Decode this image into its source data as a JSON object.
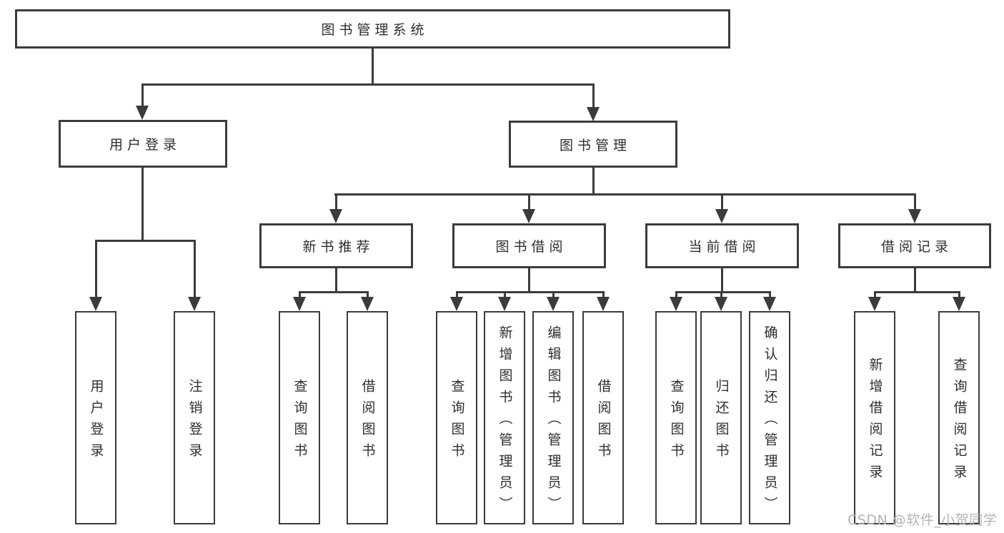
{
  "tree": {
    "label": "图书管理系统",
    "children": [
      {
        "label": "用户登录",
        "children": [
          {
            "label": "用户登录"
          },
          {
            "label": "注销登录"
          }
        ]
      },
      {
        "label": "图书管理",
        "children": [
          {
            "label": "新书推荐",
            "children": [
              {
                "label": "查询图书"
              },
              {
                "label": "借阅图书"
              }
            ]
          },
          {
            "label": "图书借阅",
            "children": [
              {
                "label": "查询图书"
              },
              {
                "label": "新增图书（管理员）"
              },
              {
                "label": "编辑图书（管理员）"
              },
              {
                "label": "借阅图书"
              }
            ]
          },
          {
            "label": "当前借阅",
            "children": [
              {
                "label": "查询图书"
              },
              {
                "label": "归还图书"
              },
              {
                "label": "确认归还（管理员）"
              }
            ]
          },
          {
            "label": "借阅记录",
            "children": [
              {
                "label": "新增借阅记录"
              },
              {
                "label": "查询借阅记录"
              }
            ]
          }
        ]
      }
    ]
  },
  "watermark": {
    "text": "CSDN @软件_小贺同学"
  },
  "colors": {
    "line": "#3b3b3b",
    "text": "#2e2e2e",
    "watermark": "#b4b4b4",
    "bg": "#ffffff"
  }
}
